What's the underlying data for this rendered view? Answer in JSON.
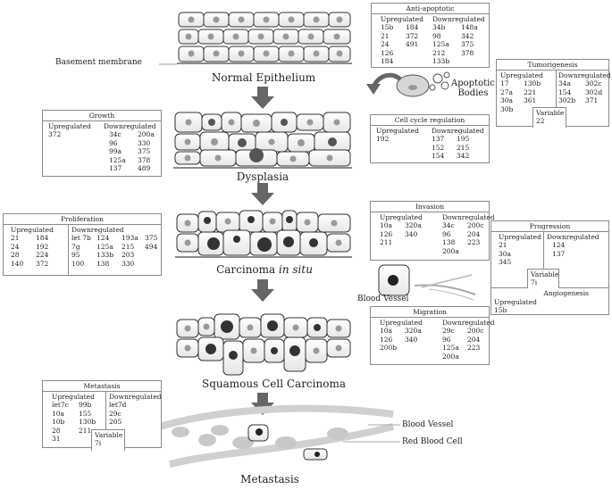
{
  "stages": {
    "normal": "Normal Epithelium",
    "dysplasia": "Dysplasia",
    "cis_main": "Carcinoma ",
    "cis_italic": "in situ",
    "scc": "Squamous Cell Carcinoma",
    "metastasis": "Metastasis"
  },
  "labels": {
    "basement_membrane": "Basement membrane",
    "apoptotic_bodies_1": "Apoptotic",
    "apoptotic_bodies_2": "Bodies",
    "blood_vessel_mid": "Blood Vessel",
    "blood_vessel_bottom": "Blood Vessel",
    "red_blood_cell": "Red Blood Cell"
  },
  "boxes": {
    "anti_apoptotic": {
      "title": "Anti-apoptotic",
      "up_label": "Upregulated",
      "up": [
        "15b",
        "184",
        "21",
        "372",
        "24",
        "491",
        "126",
        "",
        "184",
        ""
      ],
      "down_label": "Downregulated",
      "down": [
        "34b",
        "148a",
        "98",
        "342",
        "125a",
        "375",
        "212",
        "378",
        "133b",
        ""
      ]
    },
    "tumorigenesis": {
      "title": "Tumorigenesis",
      "up_label": "Upregulated",
      "up": [
        "17",
        "130b",
        "27a",
        "221",
        "30a",
        "361",
        "30b",
        ""
      ],
      "down_label": "Downregulated",
      "down": [
        "34a",
        "302c",
        "154",
        "302d",
        "302b",
        "371"
      ],
      "variable_label": "Variable",
      "variable": [
        "22"
      ]
    },
    "cell_cycle": {
      "title": "Cell cycle regulation",
      "up_label": "Upregulated",
      "up": [
        "192"
      ],
      "down_label": "Downregulated",
      "down": [
        "137",
        "195",
        "152",
        "215",
        "154",
        "342"
      ]
    },
    "growth": {
      "title": "Growth",
      "up_label": "Upregulated",
      "up": [
        "372"
      ],
      "down_label": "Downregulated",
      "down": [
        "34c",
        "200a",
        "96",
        "330",
        "99a",
        "375",
        "125a",
        "378",
        "137",
        "489"
      ]
    },
    "proliferation": {
      "title": "Proliferation",
      "up_label": "Upregulated",
      "up": [
        "21",
        "184",
        "24",
        "192",
        "28",
        "224",
        "140",
        "372"
      ],
      "down_label": "Downregulated",
      "down": [
        "let 7b",
        "124",
        "193a",
        "375",
        "7g",
        "125a",
        "215",
        "494",
        "95",
        "133b",
        "203",
        "",
        "100",
        "138",
        "330",
        ""
      ]
    },
    "invasion": {
      "title": "Invasion",
      "up_label": "Upregulated",
      "up": [
        "10a",
        "320a",
        "126",
        "340",
        "211",
        ""
      ],
      "down_label": "Downregulated",
      "down": [
        "34c",
        "200c",
        "96",
        "204",
        "138",
        "223",
        "200a",
        ""
      ]
    },
    "progression": {
      "title": "Progression",
      "up_label": "Upregulated",
      "up": [
        "21",
        "30a",
        "345"
      ],
      "down_label": "Downregulated",
      "down": [
        "124",
        "137"
      ],
      "variable_label": "Variable",
      "variable": [
        "7i"
      ]
    },
    "angiogenesis": {
      "title": "Angiogenesis",
      "up_label": "Upregulated",
      "up": [
        "15b"
      ]
    },
    "migration": {
      "title": "Migration",
      "up_label": "Upregulated",
      "up": [
        "10a",
        "320a",
        "126",
        "340",
        "200b",
        ""
      ],
      "down_label": "Downregulated",
      "down": [
        "29c",
        "200c",
        "96",
        "204",
        "125a",
        "223",
        "200a",
        ""
      ]
    },
    "metastasis": {
      "title": "Metastasis",
      "up_label": "Upregulated",
      "up": [
        "let7c",
        "99b",
        "10a",
        "155",
        "10b",
        "130b",
        "28",
        "211",
        "31",
        ""
      ],
      "down_label": "Downregulated",
      "down": [
        "let7d",
        "29c",
        "205"
      ],
      "variable_label": "Variable",
      "variable": [
        "7i"
      ]
    }
  }
}
